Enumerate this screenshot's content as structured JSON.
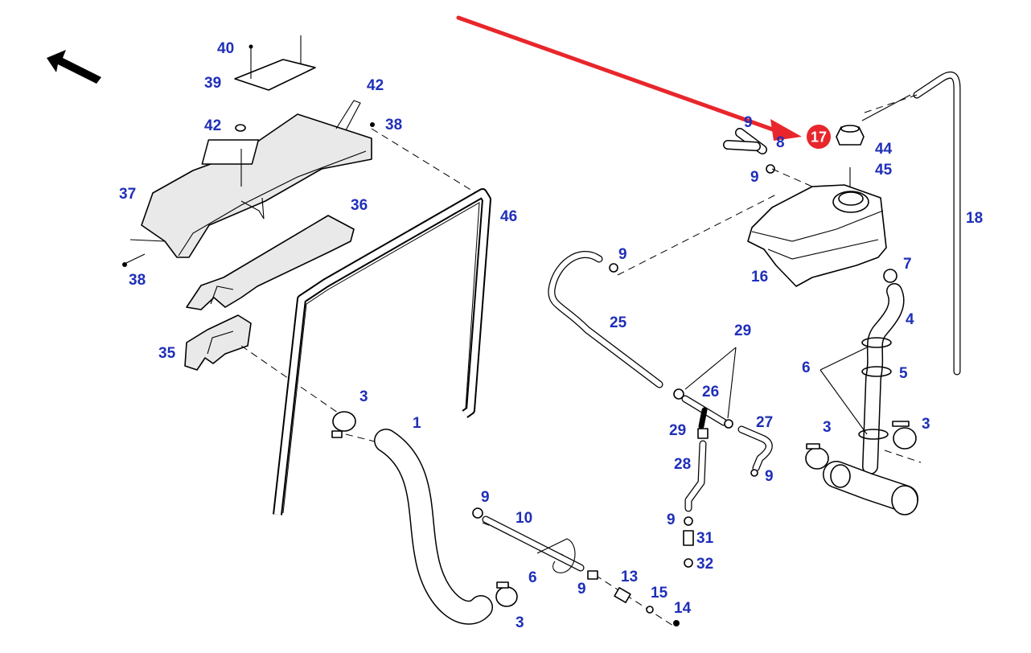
{
  "diagram": {
    "callouts": [
      "40",
      "39",
      "42",
      "42",
      "38",
      "37",
      "36",
      "38",
      "35",
      "46",
      "3",
      "1",
      "9",
      "10",
      "6",
      "9",
      "13",
      "15",
      "14",
      "3",
      "9",
      "8",
      "9",
      "17",
      "44",
      "45",
      "18",
      "9",
      "16",
      "7",
      "25",
      "4",
      "29",
      "6",
      "5",
      "26",
      "3",
      "3",
      "29",
      "27",
      "28",
      "9",
      "9",
      "31",
      "32"
    ],
    "highlight_label": "17",
    "colors": {
      "callout_text": "#1f2fb8",
      "highlight": "#e8262b",
      "arrow_red": "#e8262b",
      "line": "#000000",
      "background": "#ffffff"
    },
    "icons": [
      "orientation-arrow-icon",
      "pointer-arrow-icon"
    ]
  }
}
